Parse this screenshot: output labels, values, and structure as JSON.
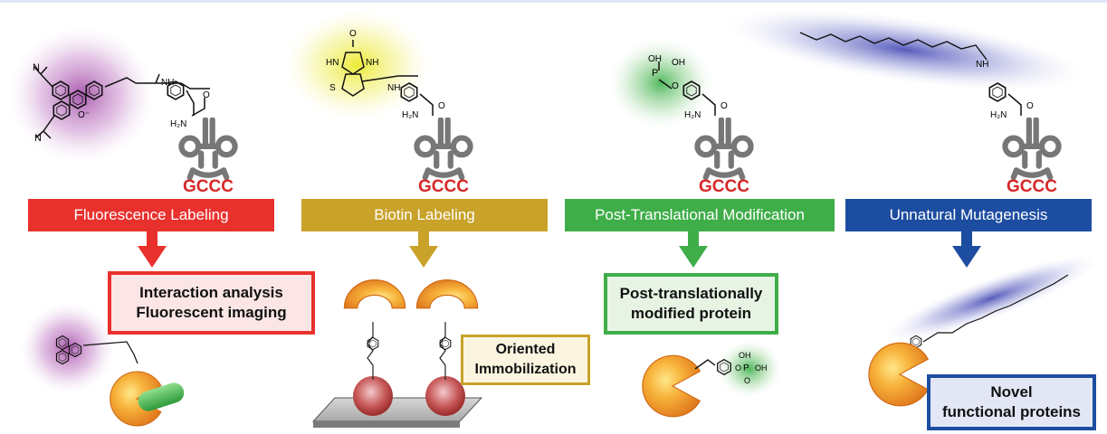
{
  "colors": {
    "red": "#e8312d",
    "gold": "#c9a22a",
    "green": "#3fae49",
    "blue": "#1d4da1",
    "codon": "#d62728"
  },
  "codon": "GCCC",
  "banners": [
    {
      "label": "Fluorescence Labeling"
    },
    {
      "label": "Biotin Labeling"
    },
    {
      "label": "Post-Translational Modification"
    },
    {
      "label": "Unnatural Mutagenesis"
    }
  ],
  "outcomes": {
    "fluorescence": {
      "line1": "Interaction analysis",
      "line2": "Fluorescent imaging"
    },
    "biotin": {
      "line1": "Oriented",
      "line2": "Immobilization"
    },
    "ptm": {
      "line1": "Post-translationally",
      "line2": "modified protein"
    },
    "mutagenesis": {
      "line1": "Novel",
      "line2": "functional proteins"
    }
  },
  "chem_labels": {
    "h2n": "H₂N",
    "nh": "NH",
    "o": "O",
    "s": "S",
    "hn": "HN",
    "oh": "OH",
    "p": "P",
    "n": "N",
    "o_minus": "O⁻"
  },
  "icons": [
    "trna-icon",
    "protein-icon",
    "arrow-down-icon",
    "glow-halo",
    "surface-plate",
    "streptavidin-icon"
  ]
}
